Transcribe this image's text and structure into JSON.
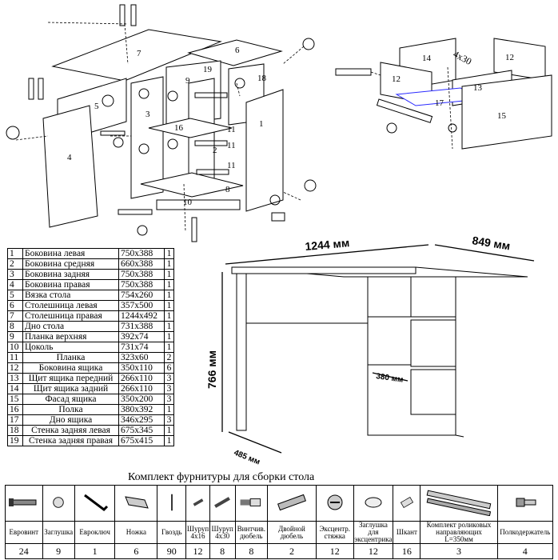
{
  "exploded_view": {
    "labels": [
      "7",
      "6",
      "19",
      "9",
      "18",
      "5",
      "3",
      "16",
      "2",
      "11",
      "1",
      "4",
      "8",
      "10",
      "11",
      "11"
    ]
  },
  "drawer_view": {
    "labels": [
      "14",
      "12",
      "12",
      "13",
      "17",
      "15"
    ],
    "screw_label": "4x30"
  },
  "dimensions": {
    "width": "1244 мм",
    "depth": "849 мм",
    "height": "766 мм",
    "shelf": "380 мм",
    "side_depth": "485 мм"
  },
  "parts": [
    {
      "n": "1",
      "name": "Боковина левая",
      "size": "750x388",
      "qty": "1"
    },
    {
      "n": "2",
      "name": "Боковина средняя",
      "size": "660x388",
      "qty": "1"
    },
    {
      "n": "3",
      "name": "Боковина задняя",
      "size": "750x388",
      "qty": "1"
    },
    {
      "n": "4",
      "name": "Боковина правая",
      "size": "750x388",
      "qty": "1"
    },
    {
      "n": "5",
      "name": "Вязка стола",
      "size": "754x260",
      "qty": "1"
    },
    {
      "n": "6",
      "name": "Столешница левая",
      "size": "357x500",
      "qty": "1"
    },
    {
      "n": "7",
      "name": "Столешница правая",
      "size": "1244x492",
      "qty": "1"
    },
    {
      "n": "8",
      "name": "Дно стола",
      "size": "731x388",
      "qty": "1"
    },
    {
      "n": "9",
      "name": "Планка верхняя",
      "size": "392x74",
      "qty": "1"
    },
    {
      "n": "10",
      "name": "Цоколь",
      "size": "731x74",
      "qty": "1"
    },
    {
      "n": "11",
      "name": "Планка",
      "size": "323x60",
      "qty": "2"
    },
    {
      "n": "12",
      "name": "Боковина ящика",
      "size": "350x110",
      "qty": "6"
    },
    {
      "n": "13",
      "name": "Щит ящика передний",
      "size": "266x110",
      "qty": "3"
    },
    {
      "n": "14",
      "name": "Щит ящика задний",
      "size": "266x110",
      "qty": "3"
    },
    {
      "n": "15",
      "name": "Фасад ящика",
      "size": "350x200",
      "qty": "3"
    },
    {
      "n": "16",
      "name": "Полка",
      "size": "380x392",
      "qty": "1"
    },
    {
      "n": "17",
      "name": "Дно ящика",
      "size": "346x295",
      "qty": "3"
    },
    {
      "n": "18",
      "name": "Стенка задняя левая",
      "size": "675x345",
      "qty": "1"
    },
    {
      "n": "19",
      "name": "Стенка задняя правая",
      "size": "675x415",
      "qty": "1"
    }
  ],
  "hardware": {
    "title": "Комплект фурнитуры для сборки стола",
    "items": [
      {
        "name": "Евровинт",
        "qty": "24",
        "icon": "eurovint-icon"
      },
      {
        "name": "Заглушка",
        "qty": "9",
        "icon": "cap-icon"
      },
      {
        "name": "Евроключ",
        "qty": "1",
        "icon": "hex-key-icon"
      },
      {
        "name": "Ножка",
        "qty": "6",
        "icon": "foot-icon"
      },
      {
        "name": "Гвоздь",
        "qty": "90",
        "icon": "nail-icon"
      },
      {
        "name": "Шуруп 4x16",
        "qty": "12",
        "icon": "screw-short-icon"
      },
      {
        "name": "Шуруп 4x30",
        "qty": "8",
        "icon": "screw-long-icon"
      },
      {
        "name": "Винтчив. дюбель",
        "qty": "8",
        "icon": "screw-dowel-icon"
      },
      {
        "name": "Двойной дюбель",
        "qty": "2",
        "icon": "double-dowel-icon"
      },
      {
        "name": "Эксцентр. стяжка",
        "qty": "12",
        "icon": "cam-lock-icon"
      },
      {
        "name": "Заглушка для эксцентрика",
        "qty": "12",
        "icon": "cam-cap-icon"
      },
      {
        "name": "Шкант",
        "qty": "16",
        "icon": "dowel-icon"
      },
      {
        "name": "Комплект роликовых направляющих L=350мм",
        "qty": "3",
        "icon": "drawer-slide-icon"
      },
      {
        "name": "Полкодержатель",
        "qty": "4",
        "icon": "shelf-pin-icon"
      }
    ]
  }
}
